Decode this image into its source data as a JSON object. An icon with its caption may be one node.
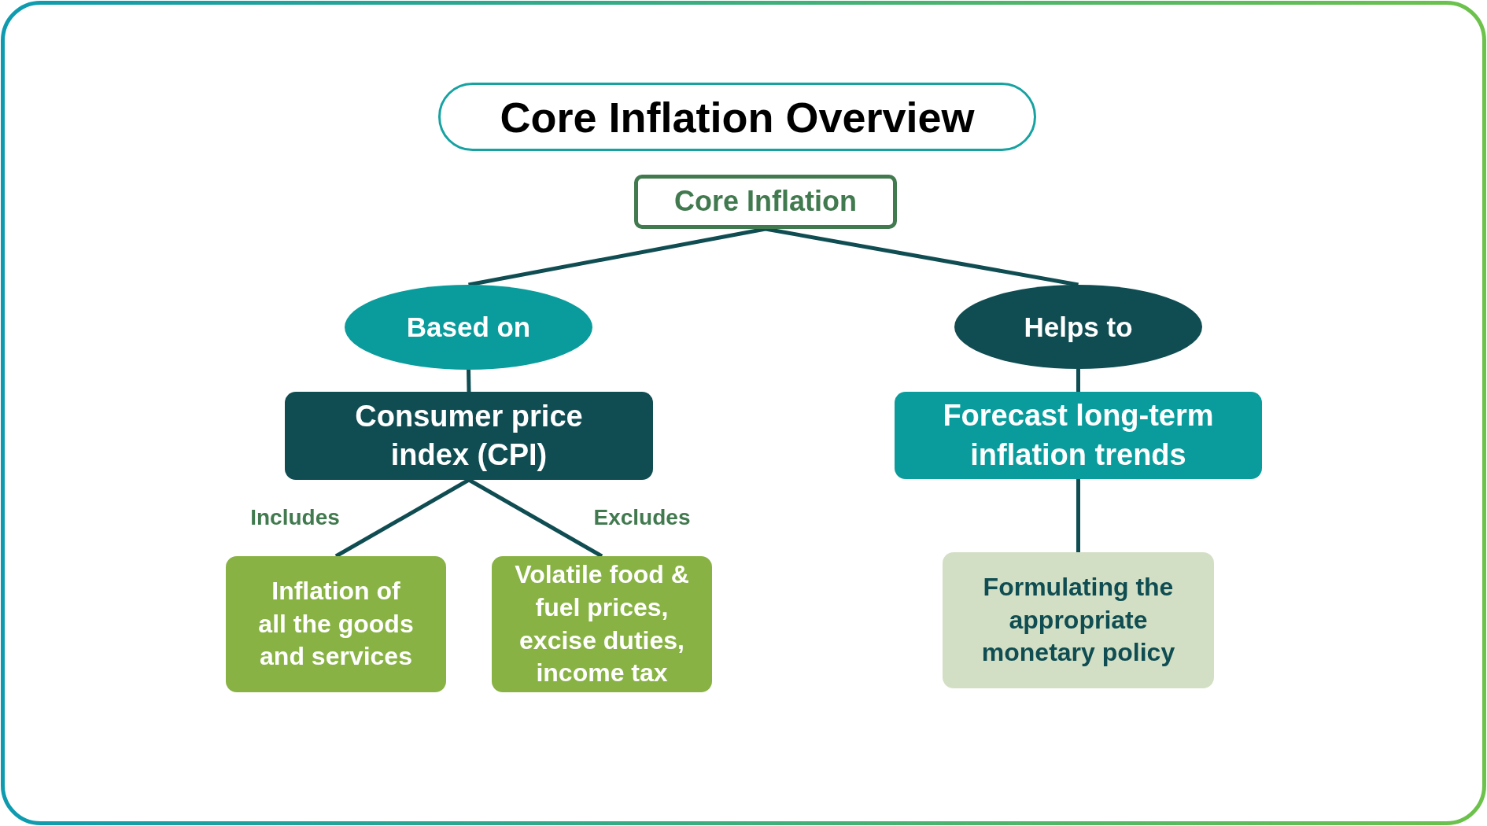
{
  "diagram": {
    "title": "Core Inflation Overview",
    "nodes": [
      {
        "text": [
          "Core Inflation"
        ]
      },
      {
        "text": [
          "Based on"
        ]
      },
      {
        "text": [
          "Helps to"
        ]
      },
      {
        "text": [
          "Consumer price index (CPI)"
        ]
      },
      {
        "text": [
          "Forecast long-term inflation trends"
        ]
      },
      {
        "text": [
          "Inflation of all the goods and services"
        ]
      },
      {
        "text": [
          "Volatile food & fuel prices, excise duties, income tax"
        ]
      },
      {
        "text": [
          "Formulating the appropriate monetary policy"
        ]
      }
    ],
    "edges": [
      {
        "from": 0,
        "to": 1,
        "arrow": "none"
      },
      {
        "from": 0,
        "to": 2,
        "arrow": "none"
      },
      {
        "from": 1,
        "to": 3,
        "arrow": "none"
      },
      {
        "from": 2,
        "to": 4,
        "arrow": "none"
      },
      {
        "from": 3,
        "to": 5,
        "arrow": "none",
        "label": "Includes"
      },
      {
        "from": 3,
        "to": 6,
        "arrow": "none",
        "label": "Excludes"
      },
      {
        "from": 4,
        "to": 7,
        "arrow": "none"
      }
    ]
  }
}
